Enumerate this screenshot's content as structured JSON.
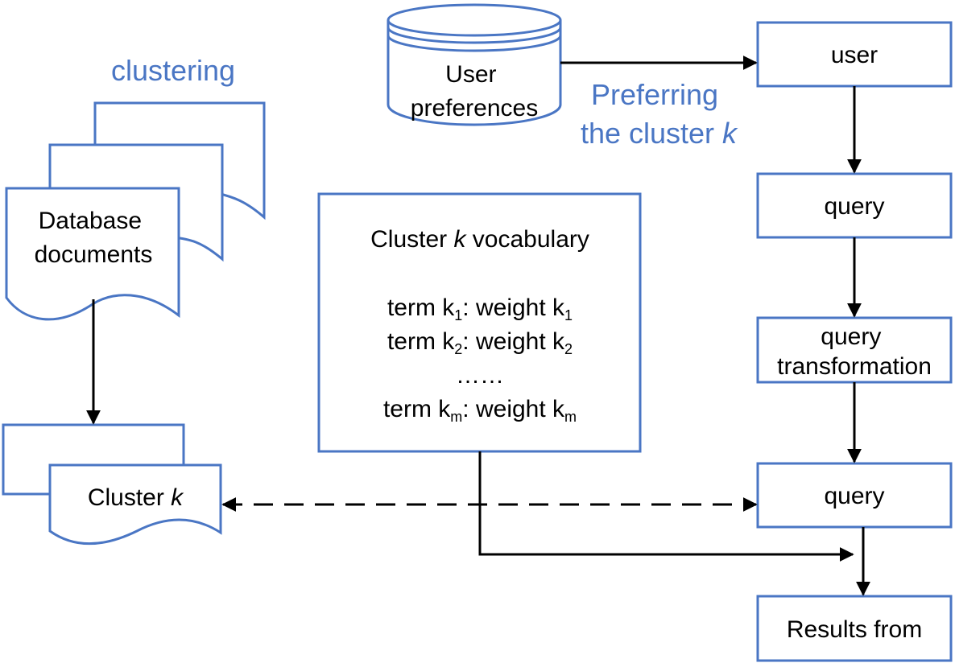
{
  "labels": {
    "clustering": "clustering",
    "database_documents": [
      "Database",
      "documents"
    ],
    "cluster_k_doc": [
      "Cluster ",
      "k"
    ],
    "user_preferences": [
      "User",
      "preferences"
    ],
    "preferring": [
      "Preferring",
      "the cluster ",
      "k"
    ],
    "user": "user",
    "query_top": "query",
    "query_transformation": [
      "query",
      "transformation"
    ],
    "query_bottom": "query",
    "results_from": "Results from"
  },
  "vocabulary": {
    "title": [
      "Cluster ",
      "k",
      " vocabulary"
    ],
    "rows": [
      {
        "a": "term k",
        "a_sub": "1",
        "b": ": weight k",
        "b_sub": "1"
      },
      {
        "a": "term k",
        "a_sub": "2",
        "b": ": weight k",
        "b_sub": "2"
      },
      {
        "ellipsis": "……"
      },
      {
        "a": "term k",
        "a_sub": "m",
        "b": ": weight k",
        "b_sub": "m"
      }
    ]
  },
  "colors": {
    "shape_stroke": "#4a76c4",
    "blue_text": "#4a76c4",
    "arrows": "#000000"
  }
}
